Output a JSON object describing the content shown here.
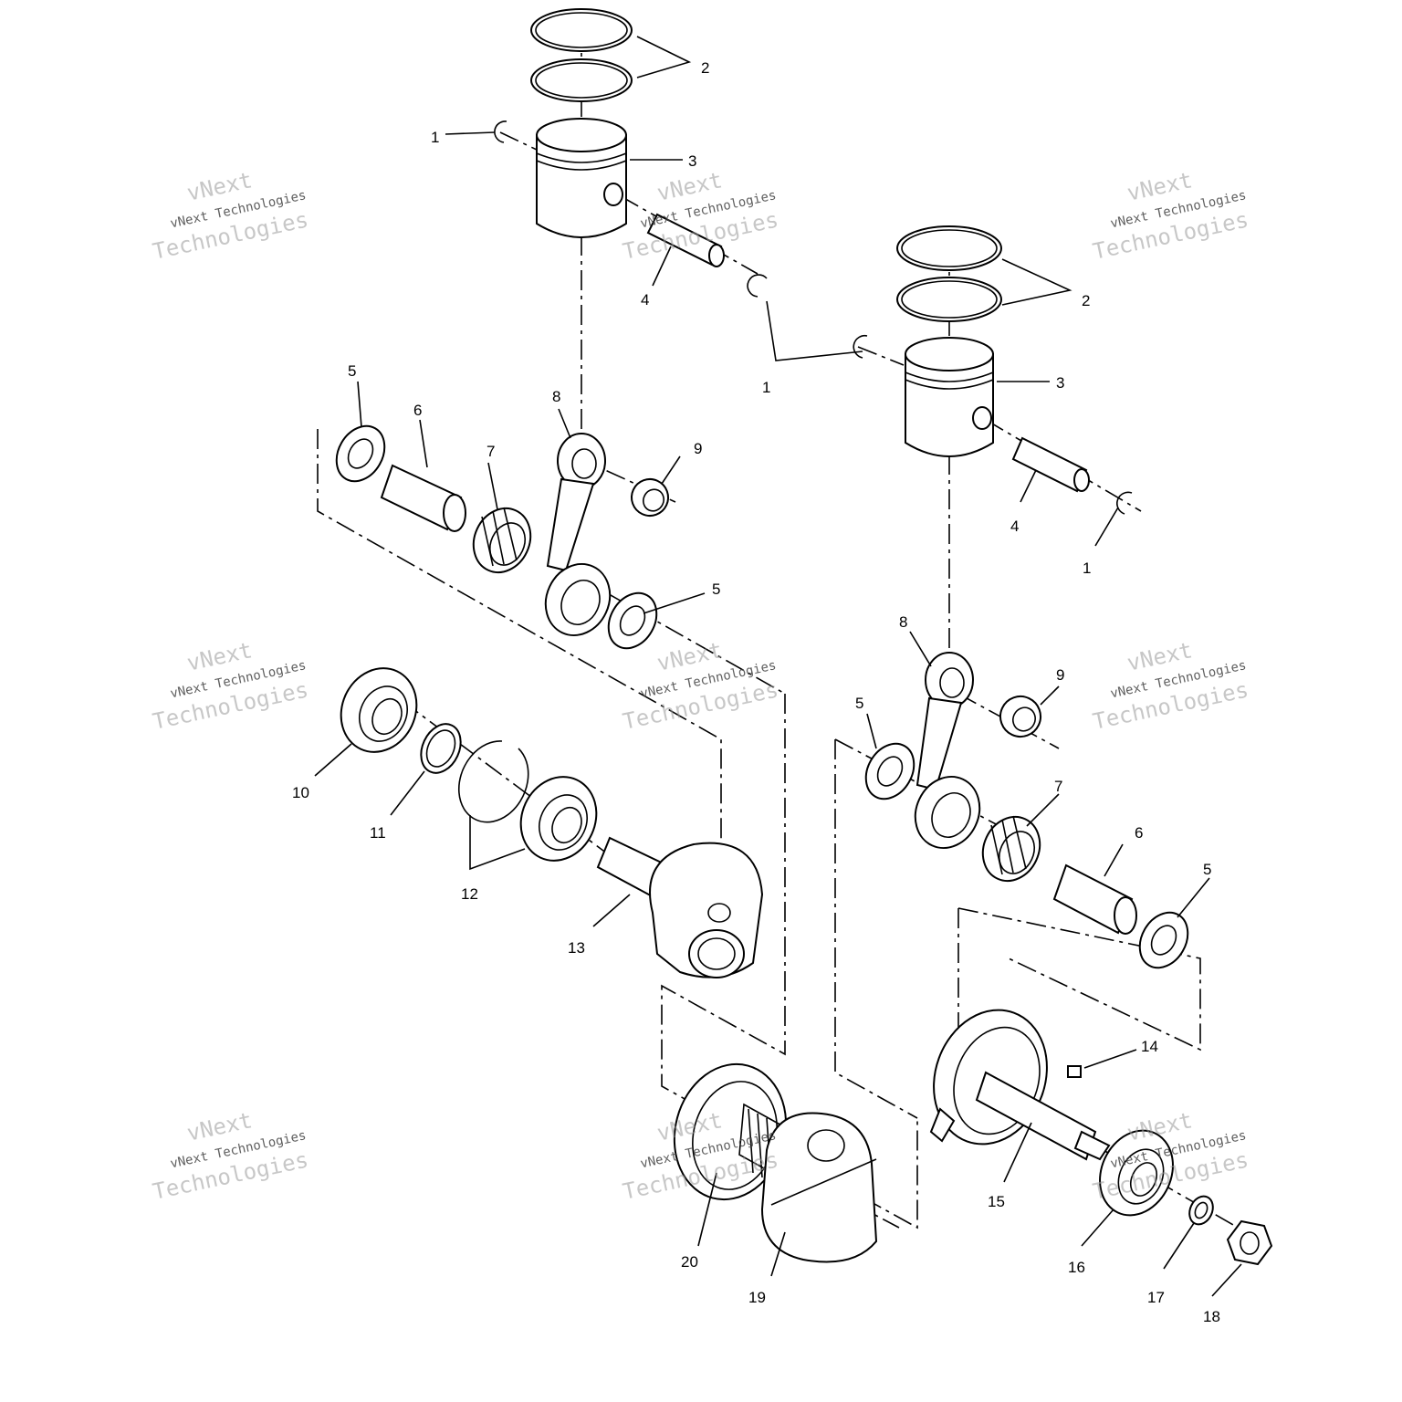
{
  "watermark": {
    "line_top": "vNext",
    "line_mid": "vNext Technologies",
    "line_bottom": "Technologies"
  },
  "callouts": {
    "c1": "1",
    "c2": "2",
    "c3": "3",
    "c4": "4",
    "c5": "5",
    "c6": "6",
    "c7": "7",
    "c8": "8",
    "c9": "9",
    "c10": "10",
    "c11": "11",
    "c12": "12",
    "c13": "13",
    "c14": "14",
    "c15": "15",
    "c16": "16",
    "c17": "17",
    "c18": "18",
    "c19": "19",
    "c20": "20"
  }
}
